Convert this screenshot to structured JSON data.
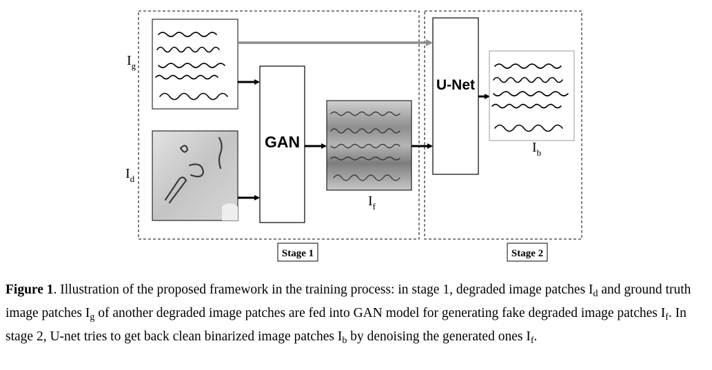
{
  "diagram": {
    "blocks": {
      "gan": "GAN",
      "unet": "U-Net"
    },
    "stages": {
      "stage1": "Stage 1",
      "stage2": "Stage 2"
    },
    "symbols": {
      "ig": {
        "base": "I",
        "sub": "g"
      },
      "id": {
        "base": "I",
        "sub": "d"
      },
      "if": {
        "base": "I",
        "sub": "f"
      },
      "ib": {
        "base": "I",
        "sub": "b"
      }
    }
  },
  "caption": {
    "label": "Figure 1",
    "t1": ". Illustration of the proposed framework in the training process: in stage 1, degraded image patches ",
    "s1_base": "I",
    "s1_sub": "d",
    "t2": " and ground truth image patches ",
    "s2_base": "I",
    "s2_sub": "g",
    "t3": " of another degraded image patches are fed into GAN model for generating fake degraded image patches ",
    "s3_base": "I",
    "s3_sub": "f",
    "t4": ". In stage 2, U-net tries to get back clean binarized image patches ",
    "s4_base": "I",
    "s4_sub": "b",
    "t5": " by denoising the generated ones ",
    "s5_base": "I",
    "s5_sub": "f",
    "t6": "."
  },
  "colors": {
    "line": "#000000",
    "skip_arrow": "#8c8c8c",
    "degraded_patch": "#c9c9c9",
    "fake_patch": "#9a9a9a"
  }
}
